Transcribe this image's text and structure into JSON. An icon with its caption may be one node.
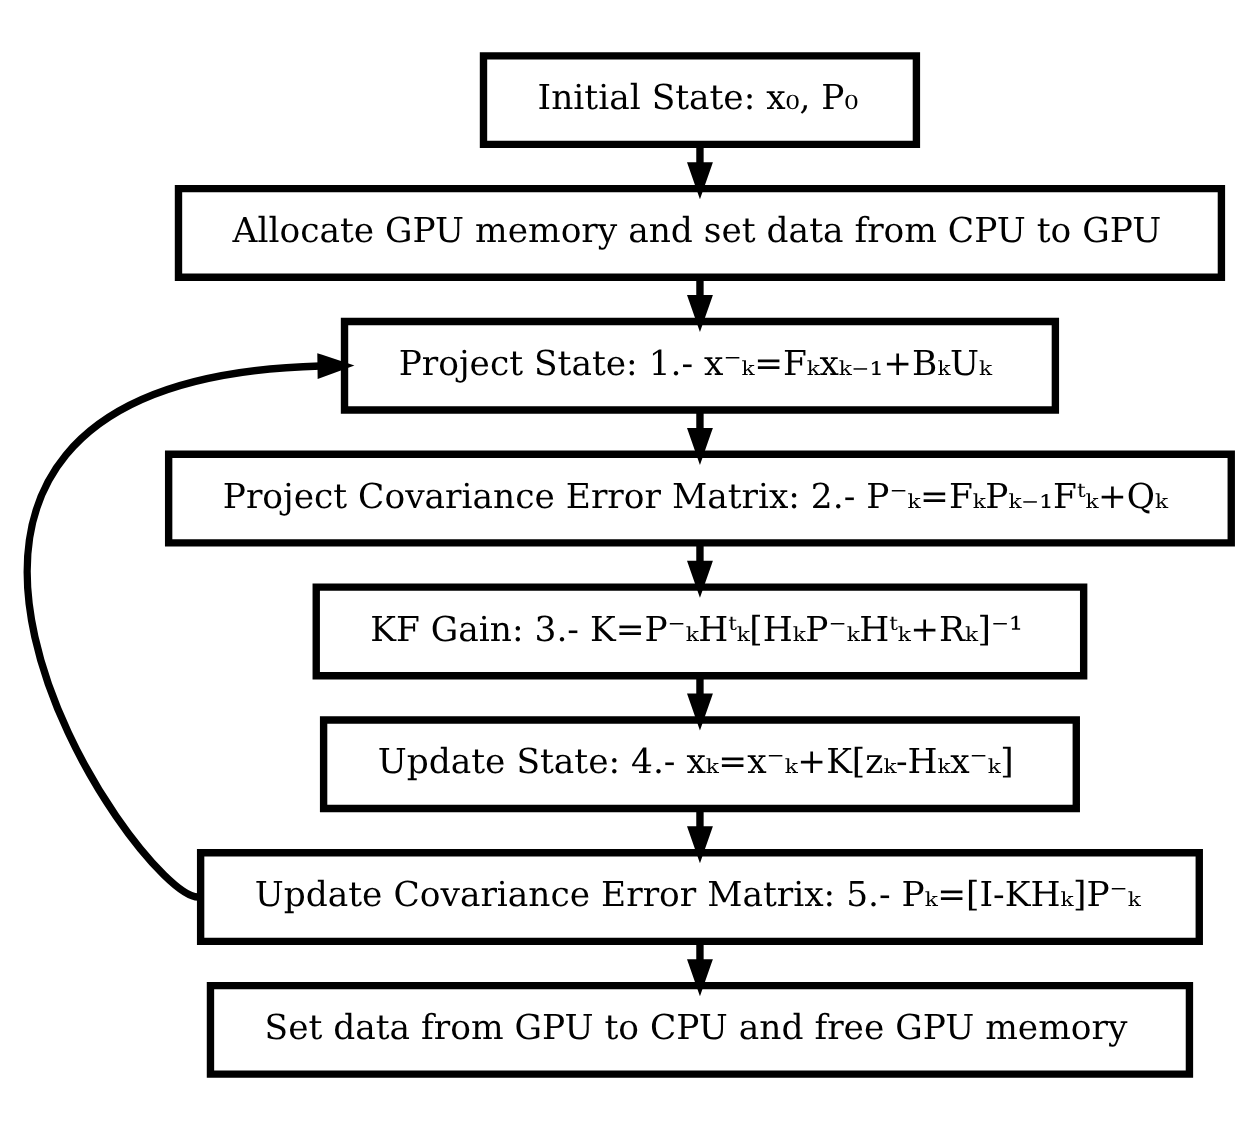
{
  "diagram": {
    "nodes": [
      {
        "text": [
          "Initial State: x₀, P₀"
        ]
      },
      {
        "text": [
          "Allocate GPU memory and set data from CPU to GPU"
        ]
      },
      {
        "text": [
          "Project State: 1.- x⁻ₖ=Fₖxₖ₋₁+BₖUₖ"
        ]
      },
      {
        "text": [
          "Project Covariance Error Matrix: 2.- P⁻ₖ=FₖPₖ₋₁Fᵗₖ+Qₖ"
        ]
      },
      {
        "text": [
          "KF Gain: 3.- K=P⁻ₖHᵗₖ[HₖP⁻ₖHᵗₖ+Rₖ]⁻¹"
        ]
      },
      {
        "text": [
          "Update State: 4.- xₖ=x⁻ₖ+K[zₖ-Hₖx⁻ₖ]"
        ]
      },
      {
        "text": [
          "Update Covariance Error Matrix: 5.- Pₖ=[I-KHₖ]P⁻ₖ"
        ]
      },
      {
        "text": [
          "Set data from GPU to CPU and free GPU memory"
        ]
      }
    ],
    "edges": [
      {
        "from": 0,
        "to": 1,
        "arrow": "to"
      },
      {
        "from": 1,
        "to": 2,
        "arrow": "to"
      },
      {
        "from": 2,
        "to": 3,
        "arrow": "to"
      },
      {
        "from": 3,
        "to": 4,
        "arrow": "to"
      },
      {
        "from": 4,
        "to": 5,
        "arrow": "to"
      },
      {
        "from": 5,
        "to": 6,
        "arrow": "to"
      },
      {
        "from": 6,
        "to": 7,
        "arrow": "to"
      },
      {
        "from": 6,
        "to": 2,
        "arrow": "to"
      }
    ]
  }
}
